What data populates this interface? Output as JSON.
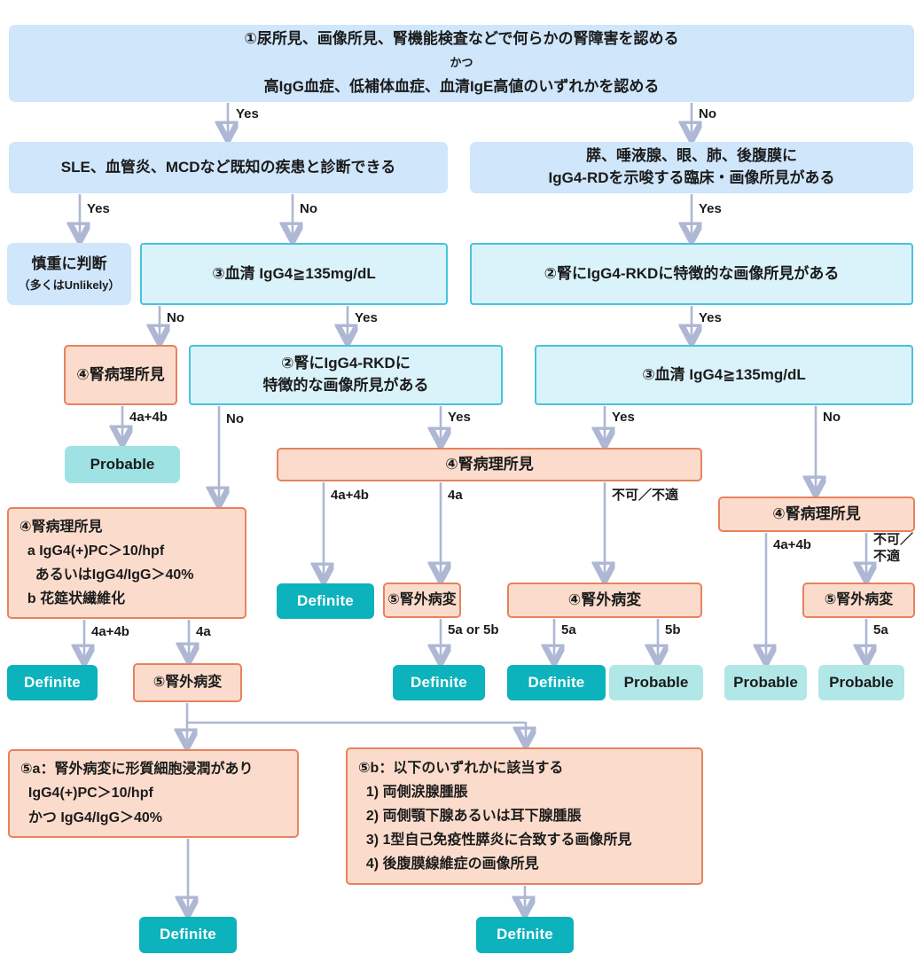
{
  "palette": {
    "light_blue_fill": "#cfe6fb",
    "cyan_fill": "#daf3fa",
    "cyan_border": "#47c3dd",
    "salmon_fill": "#fbdccc",
    "salmon_border": "#e8825e",
    "definite_teal": "#0cb2bc",
    "probable_light_teal": "#b2e7e8",
    "arrow_gray_blue": "#aeb7d3",
    "text_color": "#1b1b1b"
  },
  "nodes": {
    "top_condition": {
      "line1": "①尿所見、画像所見、腎機能検査などで何らかの腎障害を認める",
      "line2": "かつ",
      "line3": "高IgG血症、低補体血症、血清IgE高値のいずれかを認める"
    },
    "known_disease": {
      "text": "SLE、血管炎、MCDなど既知の疾患と診断できる"
    },
    "suggestive_findings": {
      "text": "膵、唾液腺、眼、肺、後腹膜に\nIgG4-RDを示唆する臨床・画像所見がある"
    },
    "careful_judgment": {
      "line1": "慎重に判断",
      "line2": "（多くはUnlikely）"
    },
    "serum_igg4_left": {
      "text": "③血清 IgG4≧135mg/dL"
    },
    "kidney_imaging_right": {
      "text": "②腎にIgG4-RKDに特徴的な画像所見がある"
    },
    "renal_pathology_small": {
      "text": "④腎病理所見"
    },
    "kidney_imaging_mid": {
      "text": "②腎にIgG4-RKDに\n特徴的な画像所見がある"
    },
    "serum_igg4_right": {
      "text": "③血清 IgG4≧135mg/dL"
    },
    "probable_1": {
      "text": "Probable"
    },
    "renal_pathology_wide": {
      "text": "④腎病理所見"
    },
    "renal_pathology_right": {
      "text": "④腎病理所見"
    },
    "renal_pathology_detail": {
      "text": "④腎病理所見\n  a IgG4(+)PC＞10/hpf\n    あるいはIgG4/IgG＞40%\n  b 花筵状繊維化"
    },
    "definite_mid": {
      "text": "Definite"
    },
    "extrarenal_mid": {
      "text": "⑤腎外病変"
    },
    "extrarenal_4": {
      "text": "④腎外病変"
    },
    "extrarenal_right": {
      "text": "⑤腎外病変"
    },
    "definite_left": {
      "text": "Definite"
    },
    "extrarenal_left": {
      "text": "⑤腎外病変"
    },
    "definite_3": {
      "text": "Definite"
    },
    "definite_4": {
      "text": "Definite"
    },
    "probable_2": {
      "text": "Probable"
    },
    "probable_3": {
      "text": "Probable"
    },
    "probable_4": {
      "text": "Probable"
    },
    "cond_5a": {
      "text": "⑤a：腎外病変に形質細胞浸潤があり\n  IgG4(+)PC＞10/hpf\n  かつ IgG4/IgG＞40%"
    },
    "cond_5b": {
      "text": "⑤b：以下のいずれかに該当する\n  1) 両側涙腺腫脹\n  2) 両側顎下腺あるいは耳下腺腫脹\n  3) 1型自己免疫性膵炎に合致する画像所見\n  4) 後腹膜線維症の画像所見"
    },
    "definite_5a": {
      "text": "Definite"
    },
    "definite_5b": {
      "text": "Definite"
    }
  },
  "labels": {
    "yes": "Yes",
    "no": "No",
    "l4a4b": "4a+4b",
    "l4a": "4a",
    "l5a": "5a",
    "l5b": "5b",
    "l5a_or_5b": "5a or 5b",
    "unavailable": "不可／不適",
    "unavailable_2line": "不可／\n不適"
  }
}
